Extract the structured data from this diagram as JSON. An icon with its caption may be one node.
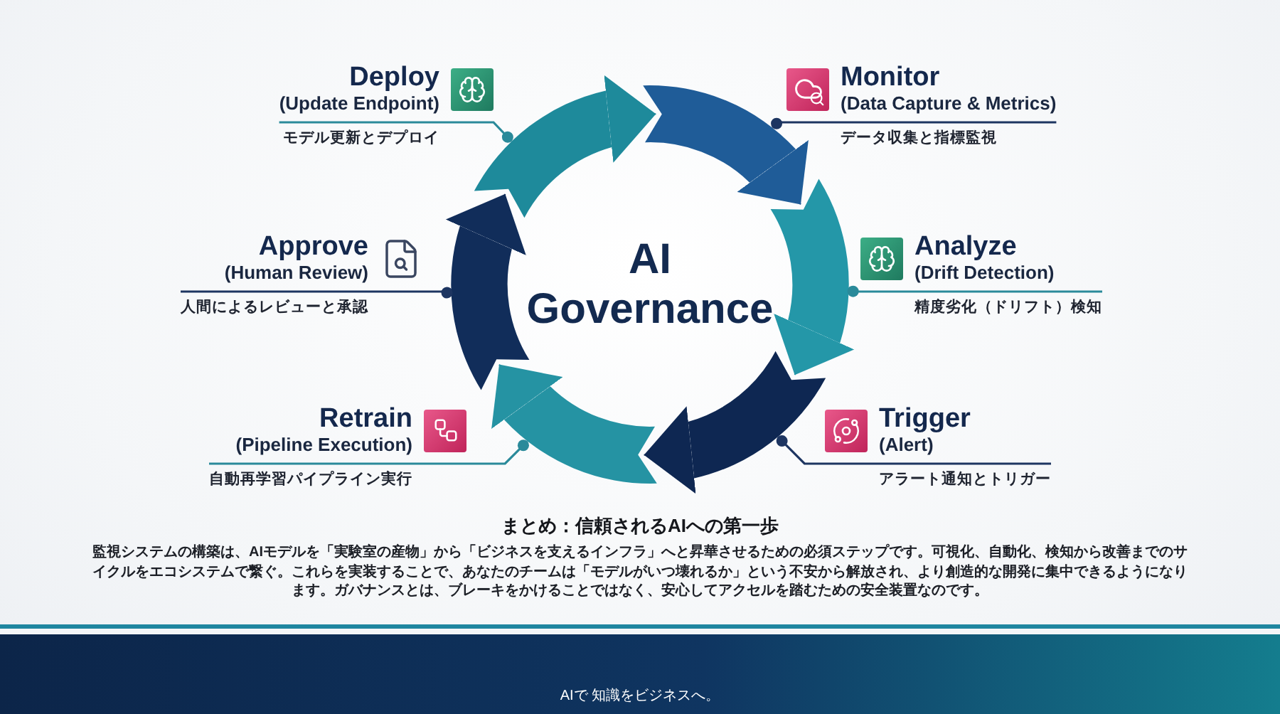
{
  "diagram": {
    "title": "AI Governance",
    "nodes": [
      {
        "text": [
          "Deploy",
          "(Update Endpoint)",
          "モデル更新とデプロイ"
        ]
      },
      {
        "text": [
          "Monitor",
          "(Data Capture & Metrics)",
          "データ収集と指標監視"
        ]
      },
      {
        "text": [
          "Approve",
          "(Human Review)",
          "人間によるレビューと承認"
        ]
      },
      {
        "text": [
          "Analyze",
          "(Drift Detection)",
          "精度劣化（ドリフト）検知"
        ]
      },
      {
        "text": [
          "Retrain",
          "(Pipeline Execution)",
          "自動再学習パイプライン実行"
        ]
      },
      {
        "text": [
          "Trigger",
          "(Alert)",
          "アラート通知とトリガー"
        ]
      },
      {
        "text": [],
        "shape": "band"
      },
      {
        "text": [],
        "shape": "band"
      },
      {
        "text": [],
        "shape": "band"
      },
      {
        "text": [],
        "shape": "band"
      },
      {
        "text": [],
        "shape": "band"
      },
      {
        "text": [],
        "shape": "band"
      }
    ],
    "edges": [
      {
        "from": 0,
        "to": 6,
        "arrow": "other",
        "color": "#2a8a9a"
      },
      {
        "from": 1,
        "to": 7,
        "arrow": "other"
      },
      {
        "from": 2,
        "to": 8,
        "arrow": "other"
      },
      {
        "from": 3,
        "to": 9,
        "arrow": "other",
        "color": "#2a8a9a"
      },
      {
        "from": 4,
        "to": 10,
        "arrow": "other",
        "color": "#2a8a9a"
      },
      {
        "from": 5,
        "to": 11,
        "arrow": "other"
      },
      {
        "from": 6,
        "to": 7,
        "arrow": "to",
        "color": "#1e8a9b"
      },
      {
        "from": 7,
        "to": 9,
        "arrow": "to",
        "color": "#1f5c98"
      },
      {
        "from": 9,
        "to": 11,
        "arrow": "to",
        "color": "#2497a8"
      },
      {
        "from": 11,
        "to": 10,
        "arrow": "to",
        "color": "#0e2752"
      },
      {
        "from": 10,
        "to": 8,
        "arrow": "to",
        "color": "#2593a3"
      },
      {
        "from": 8,
        "to": 6,
        "arrow": "to",
        "color": "#112d5a"
      }
    ],
    "labels": [
      "まとめ：信頼されるAIへの第一歩",
      "監視システムの構築は、AIモデルを「実験室の産物」から「ビジネスを支えるインフラ」へと昇華させるための必須ステップです。可視化、自動化、検知から改善までのサイクルをエコシステムで繋ぐ。これらを実装することで、あなたのチームは「モデルがいつ壊れるか」という不安から解放され、より創造的な開発に集中できるようになります。ガバナンスとは、ブレーキをかけることではなく、安心してアクセルを踏むための安全装置なのです。",
      "AIで 知識をビジネスへ。"
    ]
  }
}
